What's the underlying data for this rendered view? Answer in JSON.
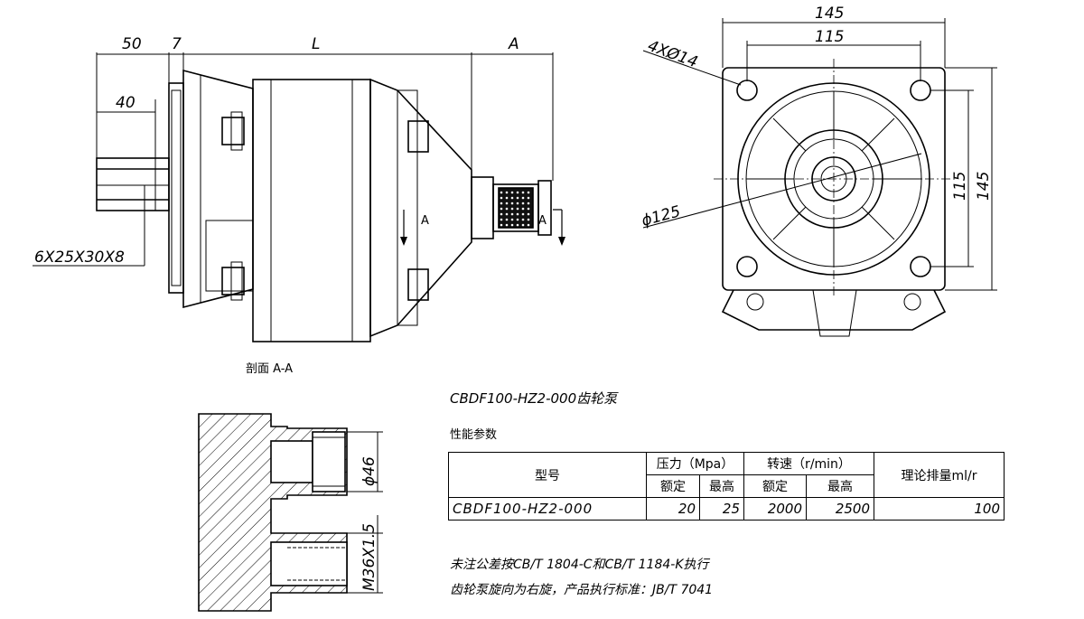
{
  "side_view": {
    "dim_50": "50",
    "dim_7": "7",
    "dim_L": "L",
    "dim_A": "A",
    "dim_40": "40",
    "spline_label": "6X25X30X8",
    "section_mark_left": "A",
    "section_mark_right": "A",
    "section_caption": "剖面 A-A"
  },
  "end_view": {
    "dim_145_top": "145",
    "dim_115_top": "115",
    "dim_115_right": "115",
    "dim_145_right": "145",
    "holes_label": "4XØ14",
    "dia_label": "ɸ125"
  },
  "section_view": {
    "dim_46": "ɸ46",
    "dim_thread": "M36X1.5"
  },
  "spec": {
    "title": "CBDF100-HZ2-000齿轮泵",
    "subtitle": "性能参数",
    "headers": {
      "model": "型号",
      "pressure": "压力（Mpa）",
      "speed": "转速（r/min）",
      "displacement": "理论排量ml/r",
      "rated": "额定",
      "max": "最高",
      "rated2": "额定",
      "max2": "最高"
    },
    "row": {
      "model": "CBDF100-HZ2-000",
      "p_rated": "20",
      "p_max": "25",
      "s_rated": "2000",
      "s_max": "2500",
      "disp": "100"
    }
  },
  "notes": {
    "line1": "未注公差按CB/T  1804-C和CB/T  1184-K执行",
    "line2": "齿轮泵旋向为右旋，产品执行标准：JB/T 7041"
  }
}
